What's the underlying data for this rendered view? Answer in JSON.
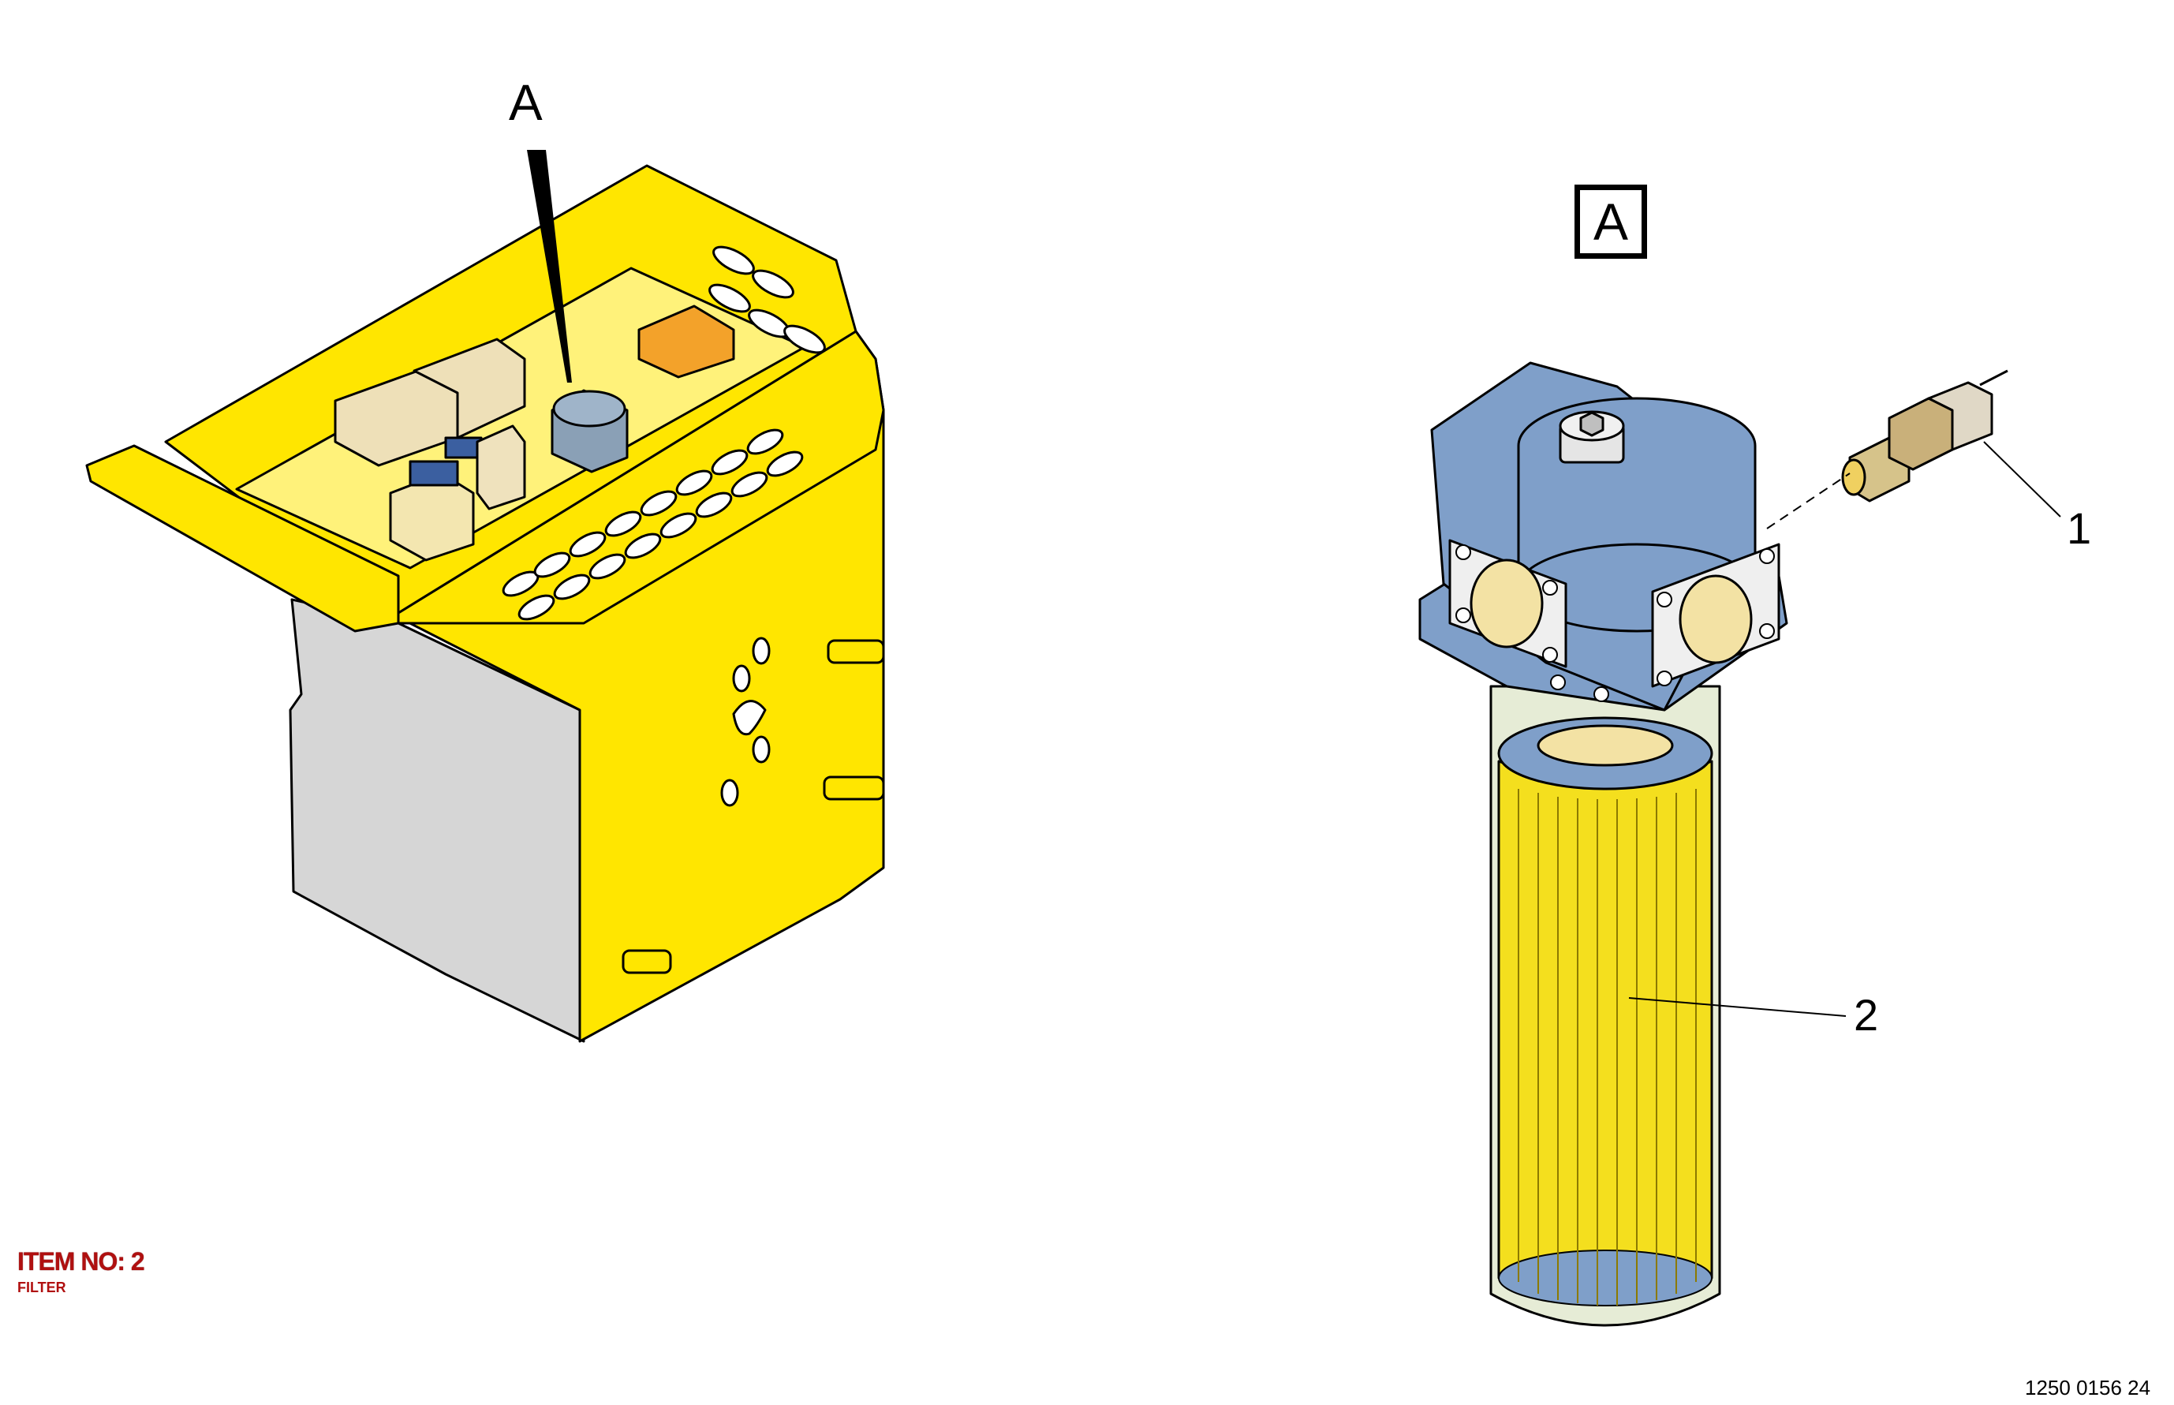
{
  "labels": {
    "callout_a": "A",
    "view_a": "A",
    "callout_1": "1",
    "callout_2": "2"
  },
  "item": {
    "number_label": "ITEM NO: 2",
    "description": "FILTER"
  },
  "drawing_number": "1250 0156 24",
  "colors": {
    "frame_yellow": "#ffe600",
    "panel_gray": "#d6d6d6",
    "housing_blue": "#7f9fc9",
    "element_yellow": "#f4df1e",
    "bowl_green": "#e6ecd6",
    "port_cream": "#f3e2a4",
    "item_red": "#b01010"
  }
}
